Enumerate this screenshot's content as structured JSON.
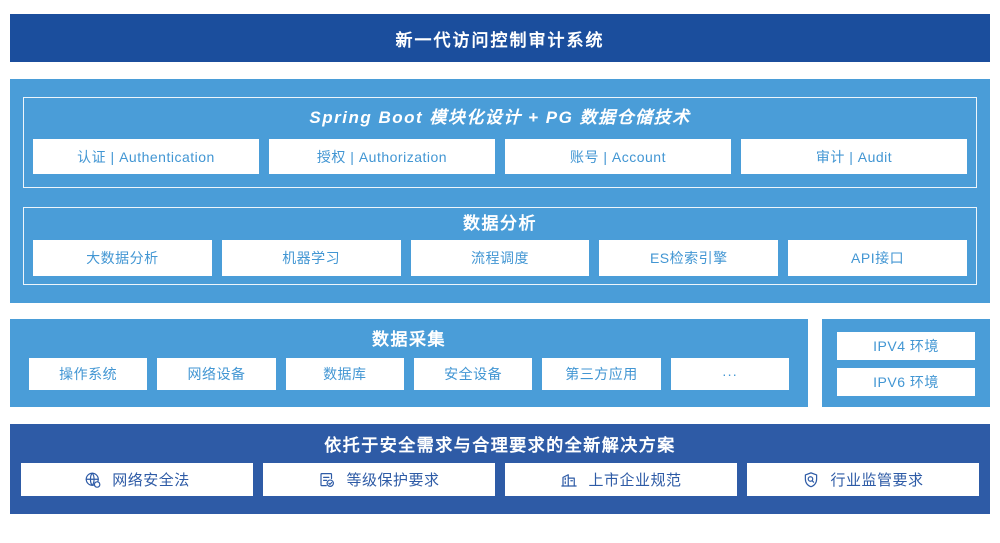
{
  "banner": {
    "title": "新一代访问控制审计系统"
  },
  "platform": {
    "modules_section": {
      "title": "Spring Boot 模块化设计 + PG 数据仓储技术",
      "items": [
        "认证 | Authentication",
        "授权 | Authorization",
        "账号 | Account",
        "审计 | Audit"
      ]
    },
    "analysis_section": {
      "title": "数据分析",
      "items": [
        "大数据分析",
        "机器学习",
        "流程调度",
        "ES检索引擎",
        "API接口"
      ]
    }
  },
  "collection": {
    "title": "数据采集",
    "items": [
      "操作系统",
      "网络设备",
      "数据库",
      "安全设备",
      "第三方应用",
      "···"
    ]
  },
  "environments": {
    "items": [
      "IPV4 环境",
      "IPV6 环境"
    ]
  },
  "solution": {
    "title": "依托于安全需求与合理要求的全新解决方案",
    "items": [
      {
        "icon": "globe-network-icon",
        "label": "网络安全法"
      },
      {
        "icon": "document-check-icon",
        "label": "等级保护要求"
      },
      {
        "icon": "building-icon",
        "label": "上市企业规范"
      },
      {
        "icon": "shield-search-icon",
        "label": "行业监管要求"
      }
    ]
  },
  "colors": {
    "banner_bg": "#1b4e9d",
    "panel_blue": "#4a9dd8",
    "solution_bg": "#2e5ba6",
    "box_text_blue": "#4296d3",
    "text_white": "#ffffff"
  }
}
